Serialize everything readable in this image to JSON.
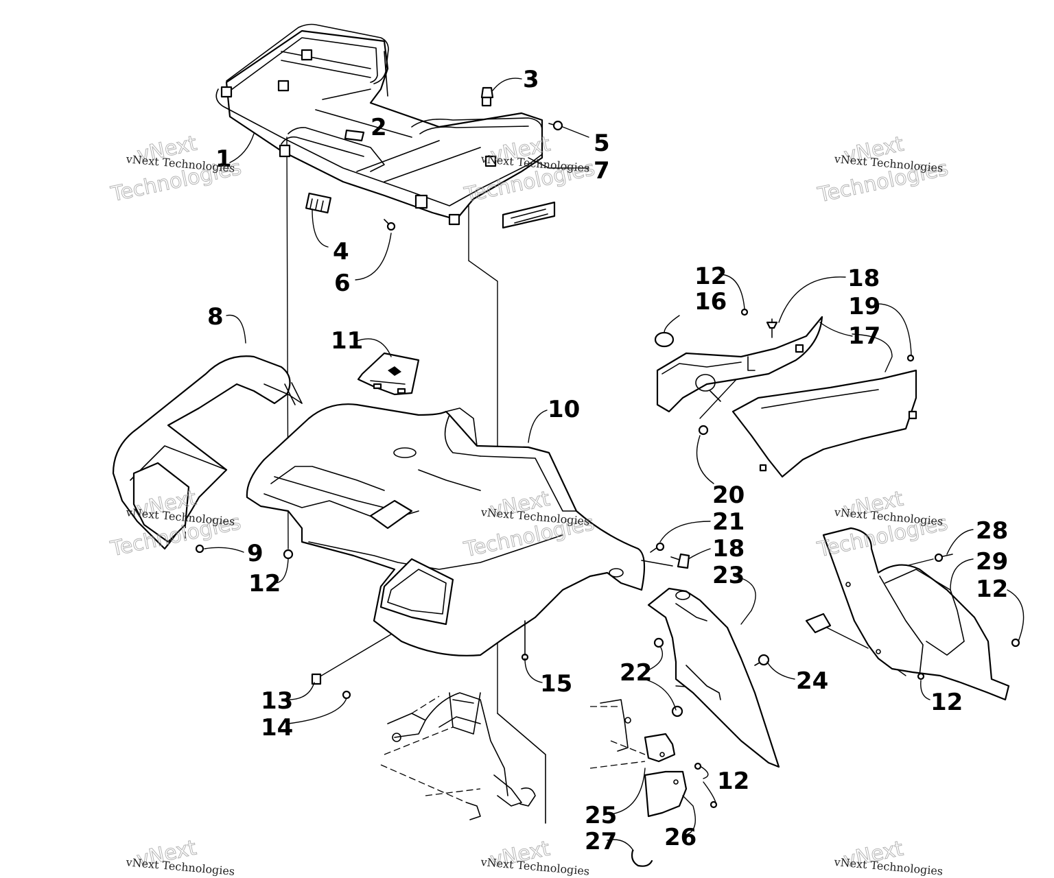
{
  "callouts": [
    {
      "id": "c1",
      "text": "1"
    },
    {
      "id": "c2",
      "text": "2"
    },
    {
      "id": "c3",
      "text": "3"
    },
    {
      "id": "c4",
      "text": "4"
    },
    {
      "id": "c5",
      "text": "5"
    },
    {
      "id": "c6",
      "text": "6"
    },
    {
      "id": "c7",
      "text": "7"
    },
    {
      "id": "c8",
      "text": "8"
    },
    {
      "id": "c9",
      "text": "9"
    },
    {
      "id": "c10",
      "text": "10"
    },
    {
      "id": "c11",
      "text": "11"
    },
    {
      "id": "c12a",
      "text": "12"
    },
    {
      "id": "c12b",
      "text": "12"
    },
    {
      "id": "c12c",
      "text": "12"
    },
    {
      "id": "c12d",
      "text": "12"
    },
    {
      "id": "c12e",
      "text": "12"
    },
    {
      "id": "c13",
      "text": "13"
    },
    {
      "id": "c14",
      "text": "14"
    },
    {
      "id": "c15",
      "text": "15"
    },
    {
      "id": "c16",
      "text": "16"
    },
    {
      "id": "c17",
      "text": "17"
    },
    {
      "id": "c18a",
      "text": "18"
    },
    {
      "id": "c18b",
      "text": "18"
    },
    {
      "id": "c19",
      "text": "19"
    },
    {
      "id": "c20",
      "text": "20"
    },
    {
      "id": "c21",
      "text": "21"
    },
    {
      "id": "c22",
      "text": "22"
    },
    {
      "id": "c23",
      "text": "23"
    },
    {
      "id": "c24",
      "text": "24"
    },
    {
      "id": "c25",
      "text": "25"
    },
    {
      "id": "c26",
      "text": "26"
    },
    {
      "id": "c27",
      "text": "27"
    },
    {
      "id": "c28",
      "text": "28"
    },
    {
      "id": "c29",
      "text": "29"
    }
  ],
  "watermark": {
    "small": "vNext Technologies",
    "big_line1": "vNext",
    "big_line2": "Technologies"
  }
}
